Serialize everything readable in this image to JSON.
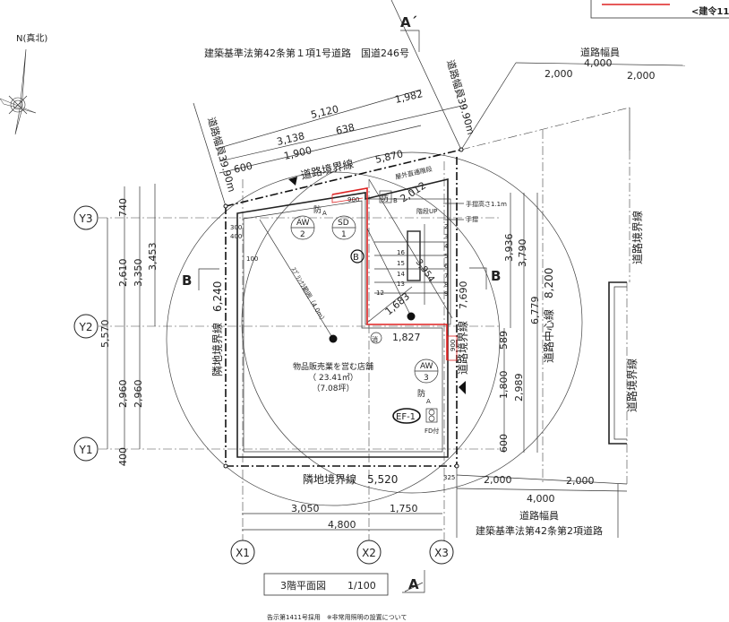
{
  "legend": {
    "text": "<建令11",
    "line_color": "#dd2222"
  },
  "compass": {
    "label": "N(真北)"
  },
  "section_marks": {
    "a_top": "A´",
    "a_bottom": "A",
    "b_left": "B",
    "b_right": "B"
  },
  "roads": {
    "top_title": "建築基準法第42条第１項1号道路　国道246号",
    "width_left": "道路幅員39.90m",
    "width_right": "道路幅員39.90m",
    "top_right_label": "道路幅員",
    "top_right_total": "4,000",
    "top_right_half_1": "2,000",
    "top_right_half_2": "2,000",
    "bottom_label": "道路幅員",
    "bottom_title": "建築基準法第42条第2項道路",
    "bottom_total": "4,000",
    "bottom_half_1": "2,000",
    "bottom_half_2": "2,000",
    "right_boundary_1": "道路境界線",
    "right_boundary_2": "道路境界線",
    "centerline": "道路中心線　8,200"
  },
  "boundaries": {
    "top": "道路境界線",
    "top_len": "5,870",
    "right": "道路境界線",
    "right_len": "7,690",
    "left": "隣地境界線　6,240",
    "bottom": "隣地境界線　5,520"
  },
  "dims_top": {
    "d5120": "5,120",
    "d1982": "1,982",
    "d3138": "3,138",
    "d638": "638",
    "d1900": "1,900",
    "d600": "600",
    "d2012": "2,012"
  },
  "dims_left": {
    "d740": "740",
    "d2610": "2,610",
    "d3350": "3,350",
    "d3453": "3,453",
    "d5570": "5,570",
    "d2960a": "2,960",
    "d2960b": "2,960",
    "d400": "400"
  },
  "dims_right": {
    "d3936": "3,936",
    "d3790": "3,790",
    "d6779": "6,779",
    "d589": "589",
    "d1800": "1,800",
    "d2989": "2,989",
    "d600": "600"
  },
  "dims_bottom": {
    "d3050": "3,050",
    "d1750": "1,750",
    "d4800": "4,800"
  },
  "dims_small": {
    "d300": "300",
    "d400": "400",
    "d100": "100",
    "d900a": "900",
    "d900b": "900",
    "d325": "325"
  },
  "grid": {
    "x": [
      "X1",
      "X2",
      "X3"
    ],
    "y": [
      "Y3",
      "Y2",
      "Y1"
    ]
  },
  "plan": {
    "stair_label": "屋外直通階段",
    "stair_up": "階段UP",
    "handrail_height": "手摺高さ1.1m",
    "handrail": "手摺",
    "stair_steps_right": [
      "2",
      "3",
      "4",
      "5",
      "6",
      "7",
      "8",
      "9"
    ],
    "stair_steps_left": [
      "16",
      "15",
      "14",
      "13",
      "12"
    ],
    "diag_3954": "3,954",
    "diag_1683": "1,683",
    "d1827": "1,827",
    "extinguisher": "消",
    "fire_a1": "防",
    "fire_a1_sub": "A",
    "fire_b": "防",
    "fire_b_sub": "B",
    "fire_a2": "防",
    "fire_a2_sub": "A",
    "aw2_top": "AW",
    "aw2_bot": "2",
    "sd1_top": "SD",
    "sd1_bot": "1",
    "aw3_top": "AW",
    "aw3_bot": "3",
    "b_mark": "B",
    "ef1": "EF-1",
    "fd": "FD付",
    "hose_range_1": "ｽﾌﾟﾘﾝｸﾗ範囲（4.0m）",
    "room_name": "物品販売業を営む店舗",
    "room_area": "（ 23.41㎡）",
    "room_tsubo": "（7.08坪）"
  },
  "title_block": {
    "name": "3階平面図",
    "scale": "1/100"
  },
  "footer": {
    "note": "告示第1411号採用　※非常用照明の設置について"
  }
}
